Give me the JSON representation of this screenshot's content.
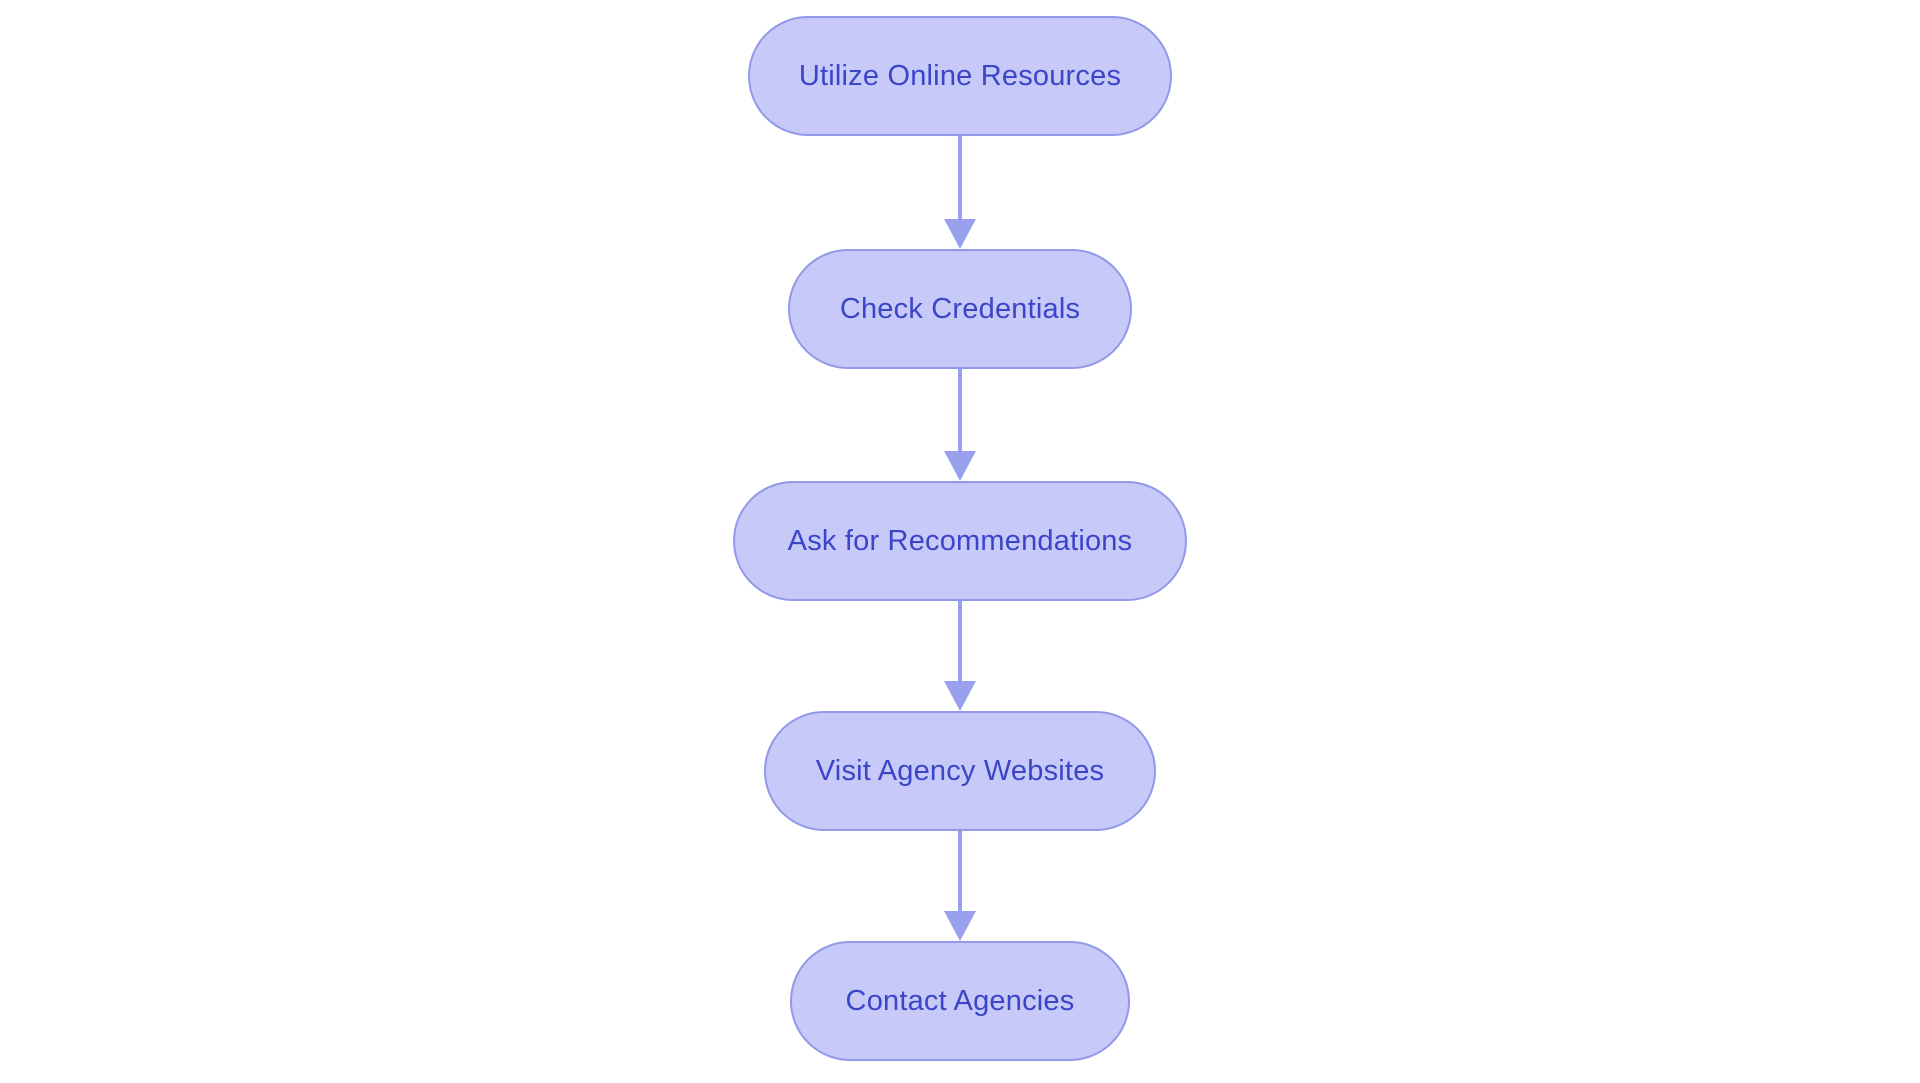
{
  "diagram": {
    "type": "flowchart",
    "direction": "top-down",
    "nodes": [
      {
        "id": "utilize-online-resources",
        "label": "Utilize Online Resources"
      },
      {
        "id": "check-credentials",
        "label": "Check Credentials"
      },
      {
        "id": "ask-for-recommendations",
        "label": "Ask for Recommendations"
      },
      {
        "id": "visit-agency-websites",
        "label": "Visit Agency Websites"
      },
      {
        "id": "contact-agencies",
        "label": "Contact Agencies"
      }
    ],
    "edges": [
      {
        "from": "utilize-online-resources",
        "to": "check-credentials"
      },
      {
        "from": "check-credentials",
        "to": "ask-for-recommendations"
      },
      {
        "from": "ask-for-recommendations",
        "to": "visit-agency-websites"
      },
      {
        "from": "visit-agency-websites",
        "to": "contact-agencies"
      }
    ],
    "colors": {
      "node_fill": "#c7c9f8",
      "node_border": "#9199e8",
      "node_text": "#3b45c8",
      "arrow": "#99a1ef",
      "background": "#ffffff"
    }
  }
}
